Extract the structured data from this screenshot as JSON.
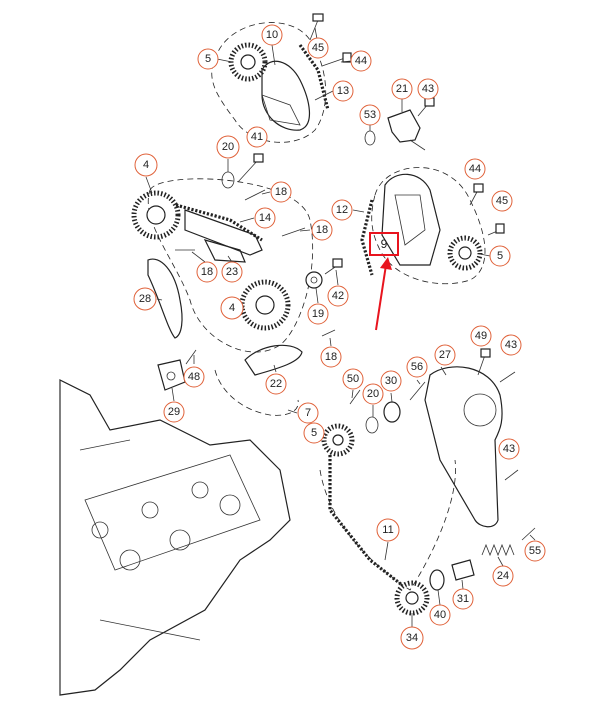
{
  "colors": {
    "callout_border": "#e0623a",
    "highlight": "#e8141e",
    "line": "#222222"
  },
  "callouts": [
    {
      "id": "c-5a",
      "label": "5"
    },
    {
      "id": "c-10",
      "label": "10"
    },
    {
      "id": "c-45a",
      "label": "45"
    },
    {
      "id": "c-44a",
      "label": "44"
    },
    {
      "id": "c-13",
      "label": "13"
    },
    {
      "id": "c-21",
      "label": "21"
    },
    {
      "id": "c-43a",
      "label": "43"
    },
    {
      "id": "c-53",
      "label": "53"
    },
    {
      "id": "c-20a",
      "label": "20"
    },
    {
      "id": "c-41",
      "label": "41"
    },
    {
      "id": "c-4a",
      "label": "4"
    },
    {
      "id": "c-18a",
      "label": "18"
    },
    {
      "id": "c-14",
      "label": "14"
    },
    {
      "id": "c-12",
      "label": "12"
    },
    {
      "id": "c-44b",
      "label": "44"
    },
    {
      "id": "c-45b",
      "label": "45"
    },
    {
      "id": "c-18b",
      "label": "18"
    },
    {
      "id": "c-18c",
      "label": "18"
    },
    {
      "id": "c-23",
      "label": "23"
    },
    {
      "id": "c-5b",
      "label": "5"
    },
    {
      "id": "c-28",
      "label": "28"
    },
    {
      "id": "c-4b",
      "label": "4"
    },
    {
      "id": "c-42",
      "label": "42"
    },
    {
      "id": "c-19",
      "label": "19"
    },
    {
      "id": "c-49",
      "label": "49"
    },
    {
      "id": "c-43b",
      "label": "43"
    },
    {
      "id": "c-18d",
      "label": "18"
    },
    {
      "id": "c-56",
      "label": "56"
    },
    {
      "id": "c-27",
      "label": "27"
    },
    {
      "id": "c-48",
      "label": "48"
    },
    {
      "id": "c-22",
      "label": "22"
    },
    {
      "id": "c-50",
      "label": "50"
    },
    {
      "id": "c-30",
      "label": "30"
    },
    {
      "id": "c-20b",
      "label": "20"
    },
    {
      "id": "c-29",
      "label": "29"
    },
    {
      "id": "c-7",
      "label": "7"
    },
    {
      "id": "c-5c",
      "label": "5"
    },
    {
      "id": "c-43c",
      "label": "43"
    },
    {
      "id": "c-11",
      "label": "11"
    },
    {
      "id": "c-55",
      "label": "55"
    },
    {
      "id": "c-24",
      "label": "24"
    },
    {
      "id": "c-31",
      "label": "31"
    },
    {
      "id": "c-40",
      "label": "40"
    },
    {
      "id": "c-34",
      "label": "34"
    }
  ],
  "highlight": {
    "label": "9"
  }
}
